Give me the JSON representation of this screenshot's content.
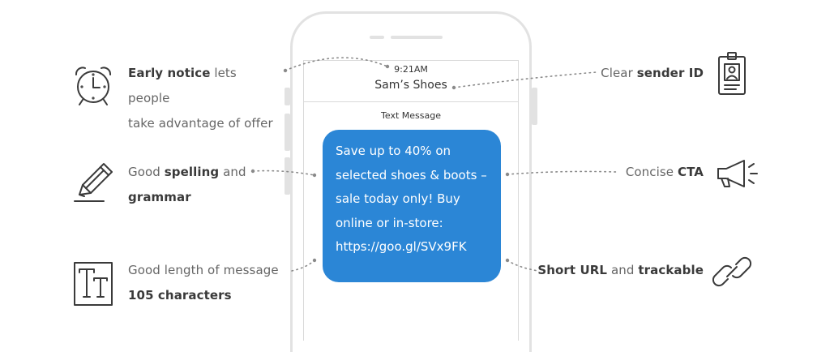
{
  "phone": {
    "time": "9:21AM",
    "sender": "Sam’s Shoes",
    "message_label": "Text Message",
    "message": "Save up to 40% on\nselected shoes & boots –\nsale today only! Buy\nonline or in-store:\nhttps://goo.gl/SVx9FK"
  },
  "callouts": {
    "early_notice": {
      "bold": "Early notice",
      "rest_1": " lets people",
      "rest_2": "take advantage of offer"
    },
    "spelling": {
      "pre": "Good ",
      "bold_1": "spelling",
      "mid": " and",
      "bold_2": "grammar"
    },
    "length": {
      "line_1": "Good length of message",
      "bold": "105 characters"
    },
    "sender_id": {
      "pre": "Clear ",
      "bold": "sender ID"
    },
    "cta": {
      "pre": "Concise ",
      "bold": "CTA"
    },
    "url": {
      "bold_1": "Short URL",
      "mid": " and ",
      "bold_2": "trackable"
    }
  },
  "icons": {
    "clock": "alarm-clock-icon",
    "pencil": "pencil-icon",
    "text_size": "text-size-icon",
    "badge": "id-badge-icon",
    "megaphone": "megaphone-icon",
    "link": "link-icon"
  },
  "colors": {
    "bubble": "#2b86d6",
    "phone_frame": "#e2e2e2",
    "icon_stroke": "#3a3a3a"
  }
}
